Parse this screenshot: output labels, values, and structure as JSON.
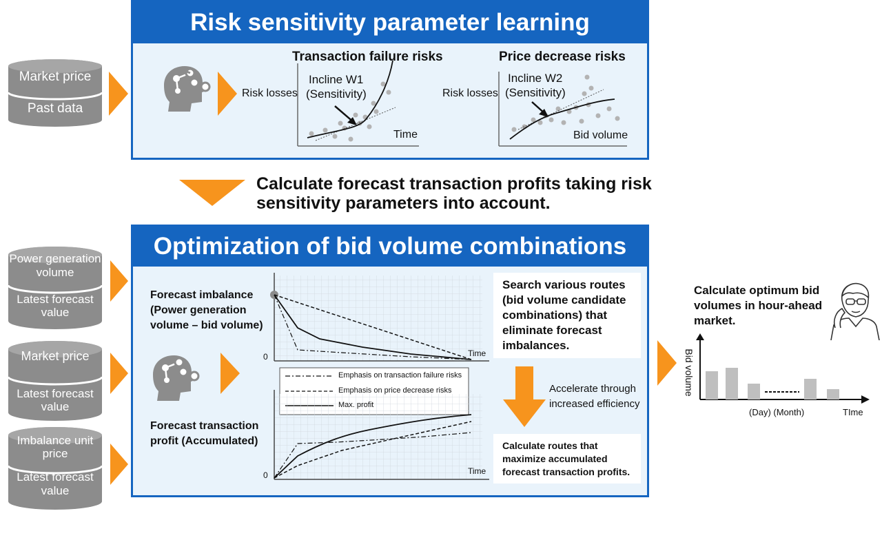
{
  "top_panel": {
    "title": "Risk sensitivity parameter learning",
    "inputs": {
      "line1": "Market price",
      "line2": "Past data"
    },
    "left_chart": {
      "title": "Transaction failure risks",
      "ylabel": "Risk losses",
      "xlabel": "Time",
      "annotation_line1": "Incline W1",
      "annotation_line2": "(Sensitivity)"
    },
    "right_chart": {
      "title": "Price decrease risks",
      "ylabel": "Risk losses",
      "xlabel": "Bid volume",
      "annotation_line1": "Incline W2",
      "annotation_line2": "(Sensitivity)"
    }
  },
  "middle_step": {
    "line1": "Calculate forecast transaction profits taking risk",
    "line2": "sensitivity parameters into account."
  },
  "bottom_panel": {
    "title": "Optimization of bid volume combinations",
    "inputs": [
      {
        "top": [
          "Power generation",
          "volume"
        ],
        "bottom": [
          "Latest forecast",
          "value"
        ]
      },
      {
        "top": [
          "Market price"
        ],
        "bottom": [
          "Latest forecast",
          "value"
        ]
      },
      {
        "top": [
          "Imbalance unit",
          "price"
        ],
        "bottom": [
          "Latest forecast",
          "value"
        ]
      }
    ],
    "imbalance_label": [
      "Forecast imbalance",
      "(Power generation",
      "volume – bid volume)"
    ],
    "profit_label": [
      "Forecast transaction",
      "profit (Accumulated)"
    ],
    "axis_zero": "0",
    "axis_time": "Time",
    "legend": {
      "failure": "Emphasis on transaction failure risks",
      "price": "Emphasis on price decrease risks",
      "max": "Max. profit"
    },
    "search_text": [
      "Search various routes",
      "(bid volume candidate",
      "combinations) that",
      "eliminate forecast",
      "imbalances."
    ],
    "accelerate_text": [
      "Accelerate through",
      "increased efficiency"
    ],
    "maximize_text": [
      "Calculate routes that",
      "maximize accumulated",
      "forecast transaction profits."
    ]
  },
  "result": {
    "heading": [
      "Calculate optimum bid",
      "volumes in hour-ahead",
      "market."
    ],
    "ylabel": "Bid volume",
    "xlabel_periods": "(Day) (Month)",
    "xlabel_time": "TIme"
  },
  "colors": {
    "blue": "#1565c0",
    "panel_bg": "#e9f3fb",
    "orange": "#f7941d",
    "db_gray": "#8c8c8c",
    "point_gray": "#b3b3b3"
  }
}
